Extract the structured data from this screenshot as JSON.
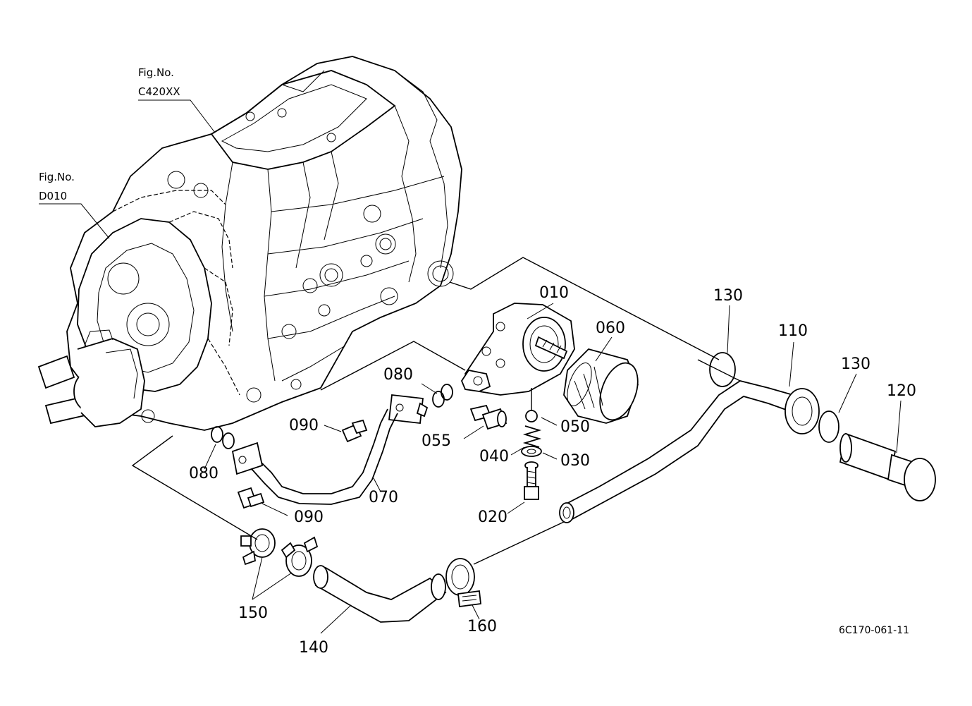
{
  "figure_refs": [
    {
      "label": "Fig.No.",
      "code": "C420XX"
    },
    {
      "label": "Fig.No.",
      "code": "D010"
    }
  ],
  "callouts": {
    "c010": "010",
    "c020": "020",
    "c030": "030",
    "c040": "040",
    "c050": "050",
    "c055": "055",
    "c060": "060",
    "c070": "070",
    "c080a": "080",
    "c080b": "080",
    "c090a": "090",
    "c090b": "090",
    "c110": "110",
    "c120": "120",
    "c130a": "130",
    "c130b": "130",
    "c140": "140",
    "c150": "150",
    "c160": "160"
  },
  "drawing_code": "6C170-061-11"
}
